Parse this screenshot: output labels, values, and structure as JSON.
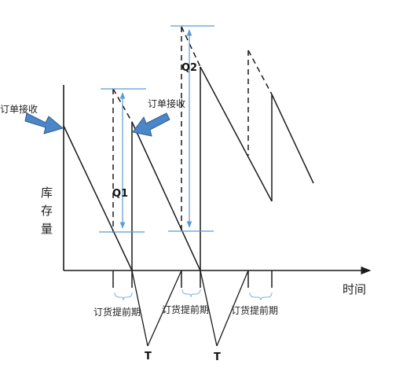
{
  "labels": {
    "order_received": "订单接收",
    "y_axis": [
      "库",
      "存",
      "量"
    ],
    "x_axis": "时间",
    "lead_time": "订货提前期",
    "q1": "Q1",
    "q2": "Q2",
    "period": "T"
  },
  "colors": {
    "line": "#1a1a1a",
    "measure": "#5b9bd5",
    "arrow_fill": "#4a86c8",
    "arrow_stroke": "#2f5f94",
    "brace": "#7fb0dc"
  }
}
